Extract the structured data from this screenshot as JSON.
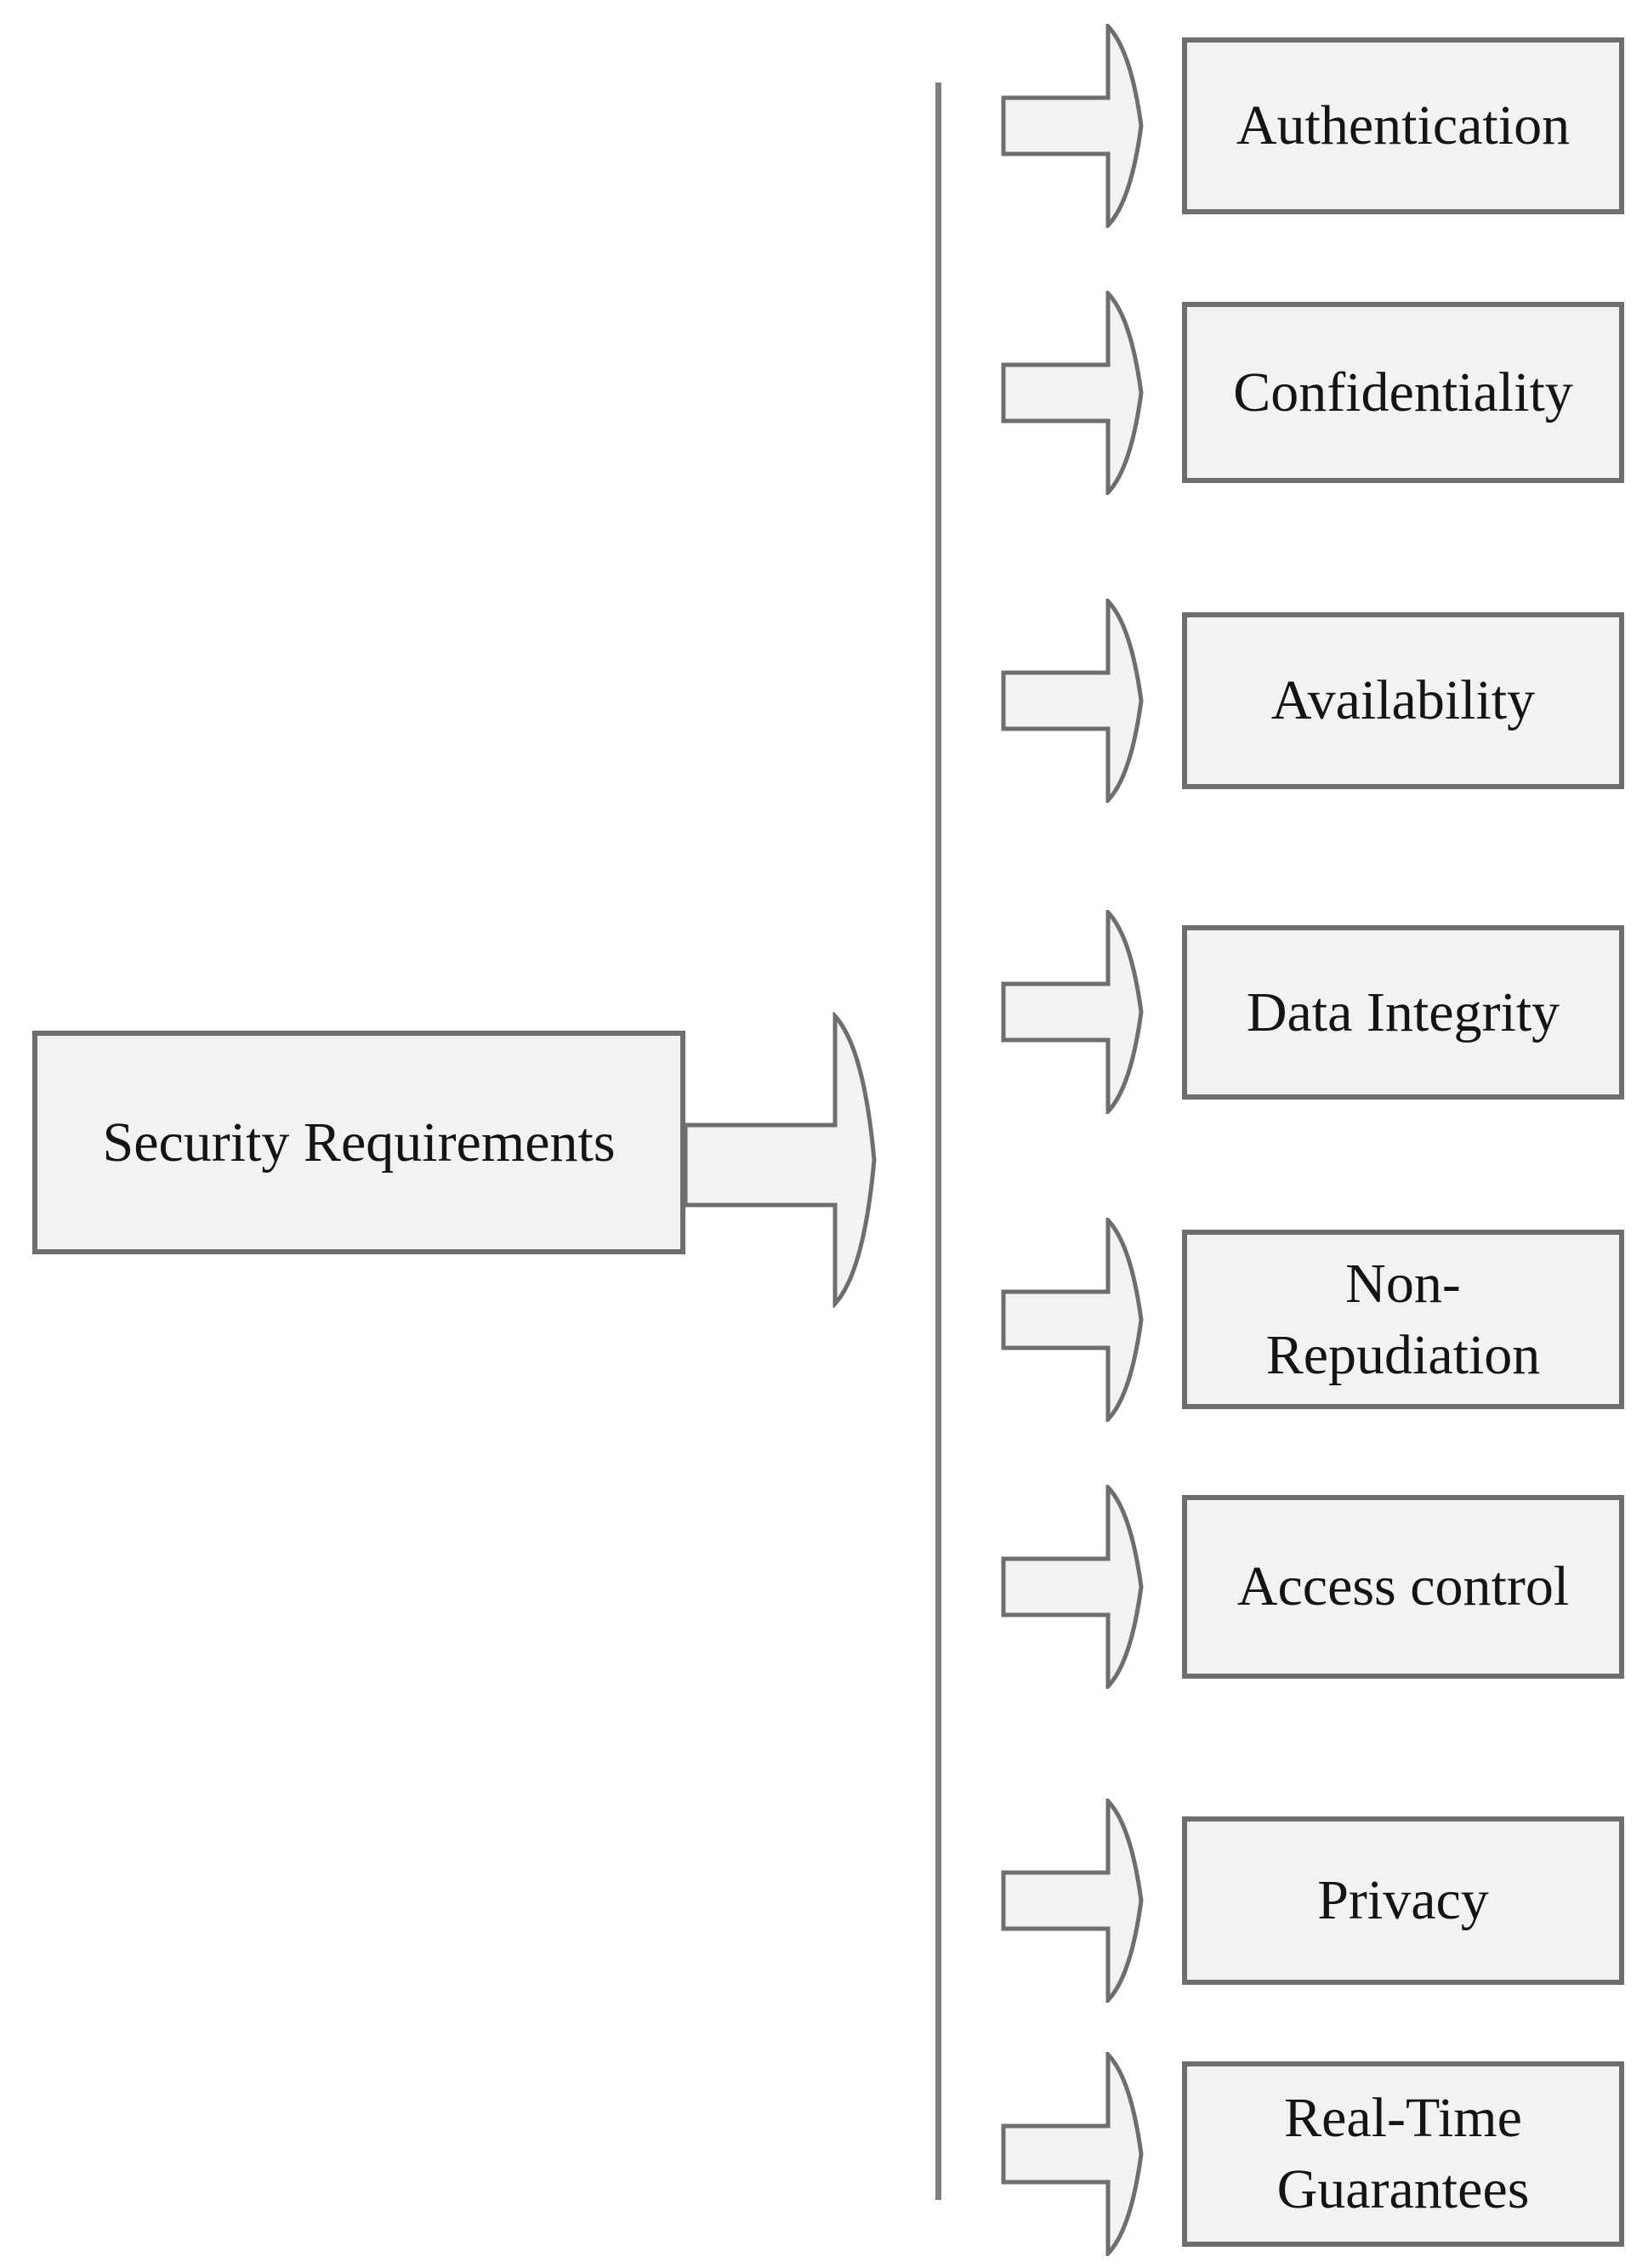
{
  "figure": {
    "root": {
      "label": "Security Requirements"
    },
    "children": [
      {
        "label": "Authentication"
      },
      {
        "label": "Confidentiality"
      },
      {
        "label": "Availability"
      },
      {
        "label": "Data Integrity"
      },
      {
        "label": "Non-\nRepudiation"
      },
      {
        "label": "Access control"
      },
      {
        "label": "Privacy"
      },
      {
        "label": "Real-Time\nGuarantees"
      }
    ],
    "icons": {
      "main_connector": "right-block-arrow-icon",
      "child_connector": "right-block-arrow-icon",
      "branch": "vertical-branch-line"
    },
    "colors": {
      "background": "#ffffff",
      "node_fill": "#f2f2f2",
      "node_border": "#6e6e6e",
      "arrow_fill": "#f2f2f2",
      "arrow_stroke": "#6e6e6e",
      "branch_line": "#7d7d7d",
      "text": "#141414"
    }
  }
}
